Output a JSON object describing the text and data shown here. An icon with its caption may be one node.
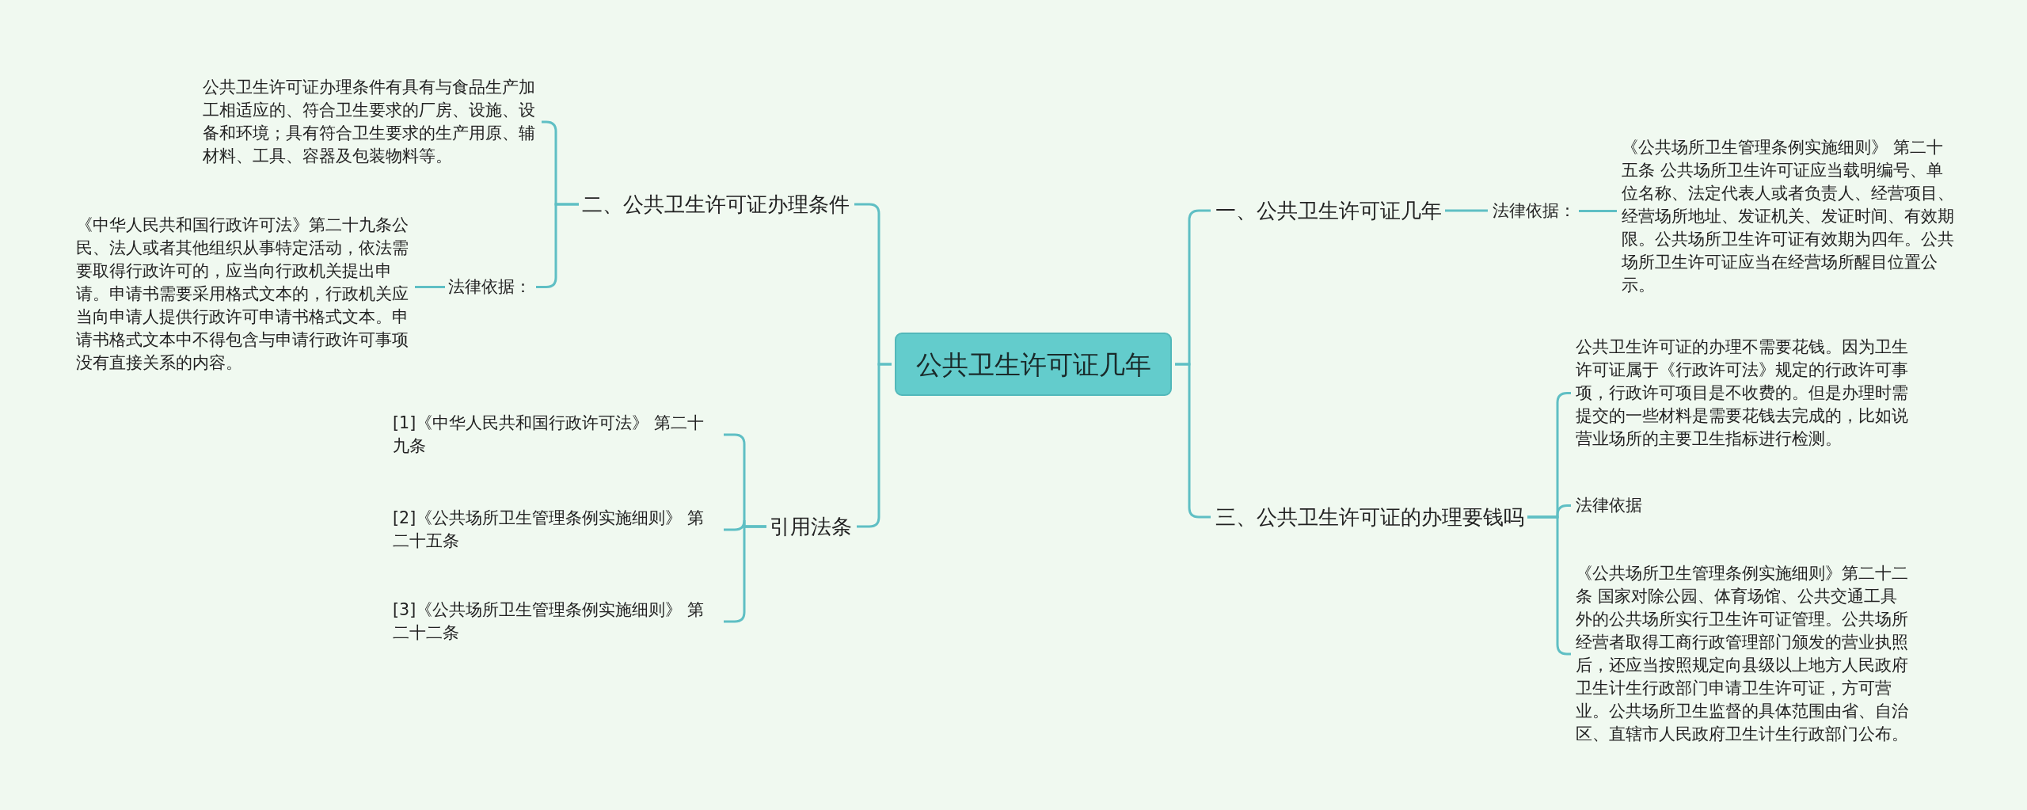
{
  "diagram": {
    "nodes": [
      {
        "text": [
          "公共卫生许可证几年"
        ]
      },
      {
        "text": [
          "一、公共卫生许可证几年"
        ]
      },
      {
        "text": [
          "法律依据："
        ]
      },
      {
        "text": [
          "《公共场所卫生管理条例实施细则》 第二十五条 公共场所卫生许可证应当载明编号、单位名称、法定代表人或者负责人、经营项目、经营场所地址、发证机关、发证时间、有效期限。公共场所卫生许可证有效期为四年。公共场所卫生许可证应当在经营场所醒目位置公示。"
        ]
      },
      {
        "text": [
          "二、公共卫生许可证办理条件"
        ]
      },
      {
        "text": [
          "公共卫生许可证办理条件有具有与食品生产加工相适应的、符合卫生要求的厂房、设施、设备和环境；具有符合卫生要求的生产用原、辅材料、工具、容器及包装物料等。"
        ]
      },
      {
        "text": [
          "法律依据："
        ]
      },
      {
        "text": [
          "《中华人民共和国行政许可法》第二十九条公民、法人或者其他组织从事特定活动，依法需要取得行政许可的，应当向行政机关提出申请。申请书需要采用格式文本的，行政机关应当向申请人提供行政许可申请书格式文本。申请书格式文本中不得包含与申请行政许可事项没有直接关系的内容。"
        ]
      },
      {
        "text": [
          "引用法条"
        ]
      },
      {
        "text": [
          "[1]《中华人民共和国行政许可法》 第二十九条"
        ]
      },
      {
        "text": [
          "[2]《公共场所卫生管理条例实施细则》 第二十五条"
        ]
      },
      {
        "text": [
          "[3]《公共场所卫生管理条例实施细则》 第二十二条"
        ]
      },
      {
        "text": [
          "三、公共卫生许可证的办理要钱吗"
        ]
      },
      {
        "text": [
          "公共卫生许可证的办理不需要花钱。因为卫生许可证属于《行政许可法》规定的行政许可事项，行政许可项目是不收费的。但是办理时需提交的一些材料是需要花钱去完成的，比如说营业场所的主要卫生指标进行检测。"
        ]
      },
      {
        "text": [
          "法律依据"
        ]
      },
      {
        "text": [
          "《公共场所卫生管理条例实施细则》第二十二条  国家对除公园、体育场馆、公共交通工具外的公共场所实行卫生许可证管理。公共场所经营者取得工商行政管理部门颁发的营业执照后，还应当按照规定向县级以上地方人民政府卫生计生行政部门申请卫生许可证，方可营业。公共场所卫生监督的具体范围由省、自治区、直辖市人民政府卫生计生行政部门公布。"
        ]
      }
    ],
    "edges": [
      {
        "from": 0,
        "to": 1,
        "arrow": "none"
      },
      {
        "from": 0,
        "to": 4,
        "arrow": "none"
      },
      {
        "from": 0,
        "to": 8,
        "arrow": "none"
      },
      {
        "from": 0,
        "to": 12,
        "arrow": "none"
      },
      {
        "from": 1,
        "to": 2,
        "arrow": "none"
      },
      {
        "from": 2,
        "to": 3,
        "arrow": "none"
      },
      {
        "from": 4,
        "to": 5,
        "arrow": "none"
      },
      {
        "from": 4,
        "to": 6,
        "arrow": "none"
      },
      {
        "from": 6,
        "to": 7,
        "arrow": "none"
      },
      {
        "from": 8,
        "to": 9,
        "arrow": "none"
      },
      {
        "from": 8,
        "to": 10,
        "arrow": "none"
      },
      {
        "from": 8,
        "to": 11,
        "arrow": "none"
      },
      {
        "from": 12,
        "to": 13,
        "arrow": "none"
      },
      {
        "from": 12,
        "to": 14,
        "arrow": "none"
      },
      {
        "from": 12,
        "to": 15,
        "arrow": "none"
      }
    ]
  }
}
